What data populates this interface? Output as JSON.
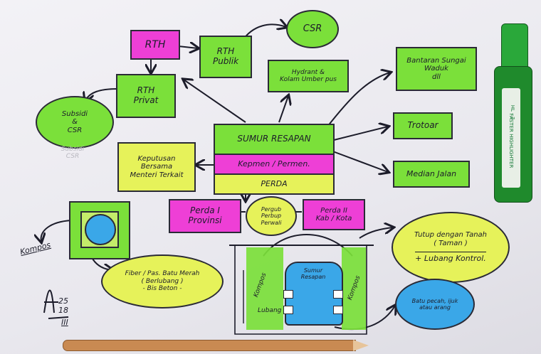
{
  "nodes": {
    "rth": "RTH",
    "rth_publik": "RTH\nPublik",
    "csr_top": "CSR",
    "rth_privat": "RTH\nPrivat",
    "subsidi_csr": "Subsidi\n&\nCSR",
    "subsidi_csr_shadow": "Subsidi\nCSR",
    "hydrant": "Hydrant &\nKolam Umber pus",
    "bantaran": "Bantaran Sungai\nWaduk\ndll",
    "trotoar": "Trotoar",
    "median": "Median Jalan",
    "sumur": "SUMUR RESAPAN",
    "kepmen": "Kepmen / Permen.",
    "perda": "PERDA",
    "keputusan": "Keputusan\nBersama\nMenteri Terkait",
    "perda1": "Perda I\nProvinsi",
    "pergub": "Pergub\nPerbup\nPerwali",
    "perda2": "Perda II\nKab / Kota",
    "tutup": "Tutup dengan Tanah\n( Taman )",
    "lubang_kontrol": "+ Lubang Kontrol.",
    "batu_pecah": "Batu pecah, ijuk\natau arang",
    "kompos_left": "Kompos",
    "fiber": "Fiber / Pas. Batu Merah\n( Berlubang )\n- Bis Beton -",
    "kompos_a": "Kompos",
    "kompos_b": "Kompos",
    "lubang": "Lubang",
    "sumur_mini": "Sumur\nResapan",
    "signature": "25\n18",
    "sig_roman": "III"
  },
  "colors": {
    "green": "#7be03a",
    "yellow": "#e6f25a",
    "pink": "#ee3fd6",
    "blue": "#3aa7e8",
    "marker_body": "#1f8a2c"
  },
  "marker_text": {
    "brand": "HL - 3",
    "label": "FASTER HIGHLIGHTER"
  }
}
